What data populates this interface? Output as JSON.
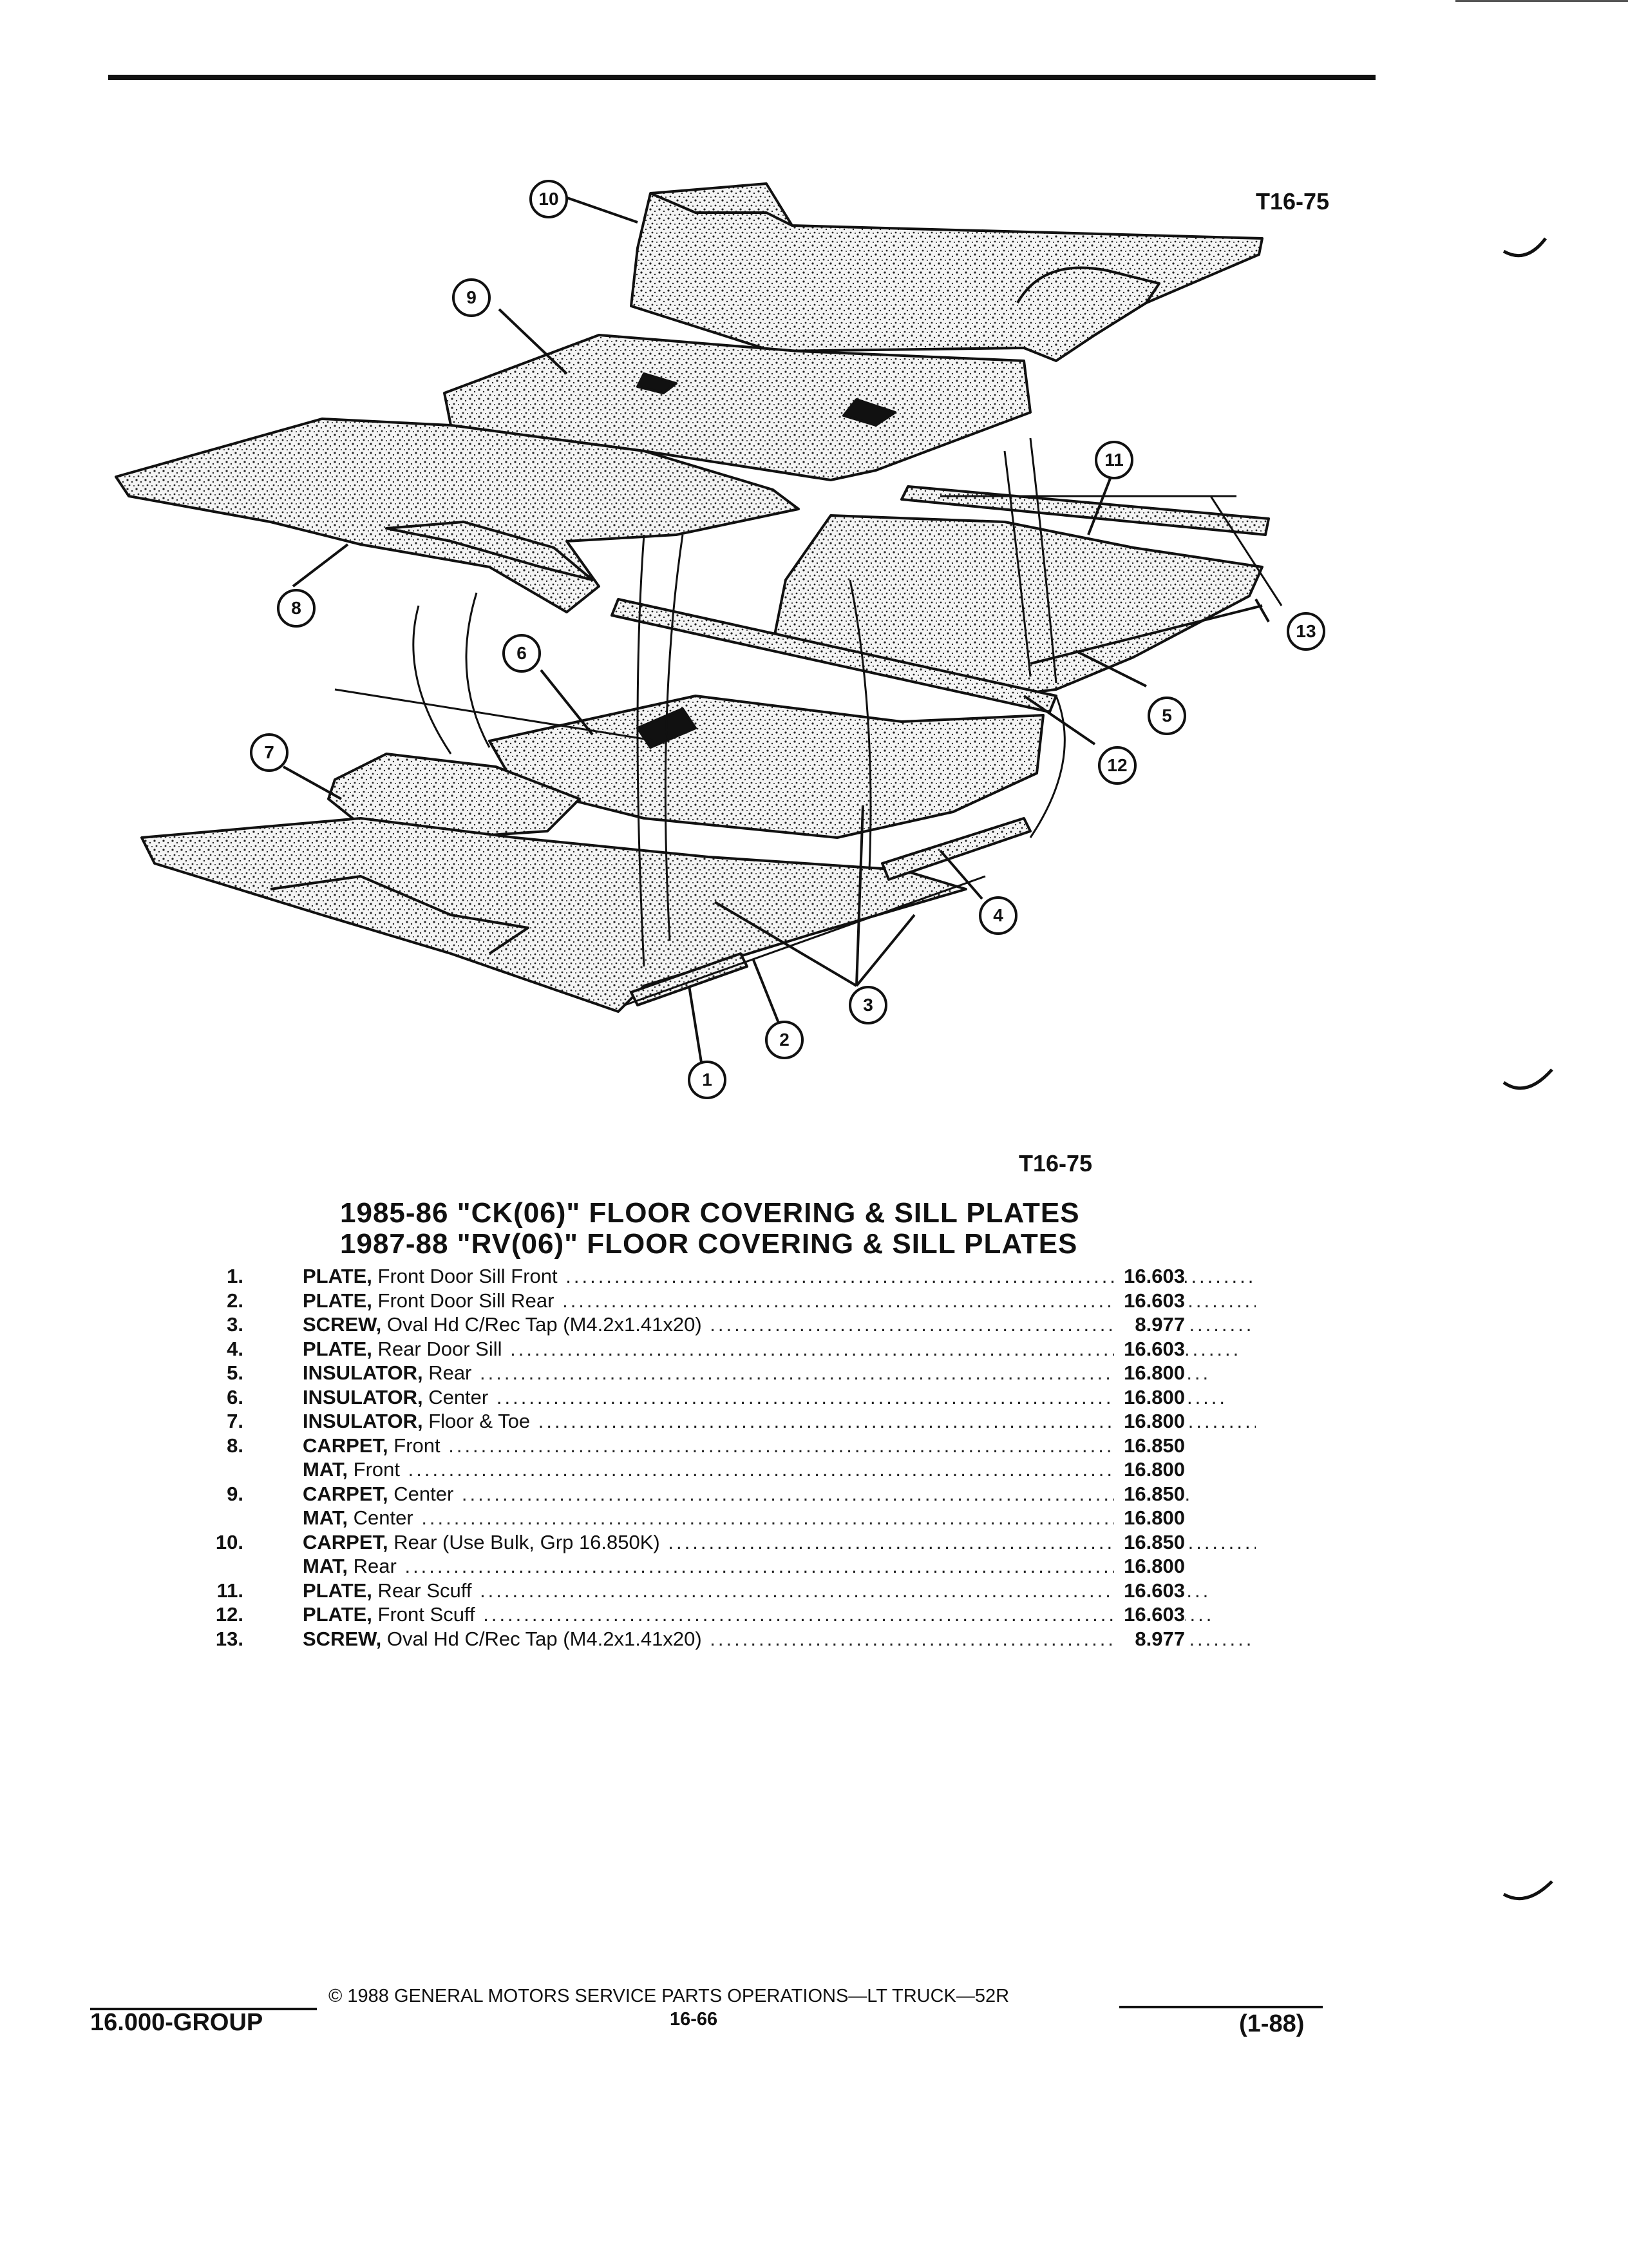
{
  "page": {
    "figure_code_top": "T16-75",
    "figure_code_bottom": "T16-75",
    "title_line_1": "1985-86 \"CK(06)\" FLOOR COVERING & SILL PLATES",
    "title_line_2": "1987-88 \"RV(06)\" FLOOR COVERING & SILL PLATES"
  },
  "callouts": [
    "1",
    "2",
    "3",
    "4",
    "5",
    "6",
    "7",
    "8",
    "9",
    "10",
    "11",
    "12",
    "13"
  ],
  "parts": [
    {
      "num": "1.",
      "part": "PLATE,",
      "desc": " Front Door Sill Front",
      "group": "16.603"
    },
    {
      "num": "2.",
      "part": "PLATE,",
      "desc": " Front Door Sill Rear",
      "group": "16.603"
    },
    {
      "num": "3.",
      "part": "SCREW,",
      "desc": " Oval Hd C/Rec Tap (M4.2x1.41x20)",
      "group": "8.977"
    },
    {
      "num": "4.",
      "part": "PLATE,",
      "desc": " Rear Door Sill",
      "group": "16.603"
    },
    {
      "num": "5.",
      "part": "INSULATOR,",
      "desc": " Rear",
      "group": "16.800"
    },
    {
      "num": "6.",
      "part": "INSULATOR,",
      "desc": " Center",
      "group": "16.800"
    },
    {
      "num": "7.",
      "part": "INSULATOR,",
      "desc": " Floor & Toe",
      "group": "16.800"
    },
    {
      "num": "8.",
      "part": "CARPET,",
      "desc": " Front",
      "group": "16.850"
    },
    {
      "num": "",
      "part": "MAT,",
      "desc": " Front",
      "group": "16.800"
    },
    {
      "num": "9.",
      "part": "CARPET,",
      "desc": " Center",
      "group": "16.850"
    },
    {
      "num": "",
      "part": "MAT,",
      "desc": " Center",
      "group": "16.800"
    },
    {
      "num": "10.",
      "part": "CARPET,",
      "desc": " Rear (Use Bulk, Grp 16.850K)",
      "group": "16.850"
    },
    {
      "num": "",
      "part": "MAT,",
      "desc": " Rear",
      "group": "16.800"
    },
    {
      "num": "11.",
      "part": "PLATE,",
      "desc": " Rear Scuff",
      "group": "16.603"
    },
    {
      "num": "12.",
      "part": "PLATE,",
      "desc": " Front Scuff",
      "group": "16.603"
    },
    {
      "num": "13.",
      "part": "SCREW,",
      "desc": " Oval Hd C/Rec Tap (M4.2x1.41x20)",
      "group": "8.977"
    }
  ],
  "footer": {
    "copyright": "© 1988 GENERAL MOTORS SERVICE PARTS OPERATIONS—LT TRUCK—52R",
    "group": "16.000-GROUP",
    "page_number": "16-66",
    "revision": "(1-88)"
  }
}
